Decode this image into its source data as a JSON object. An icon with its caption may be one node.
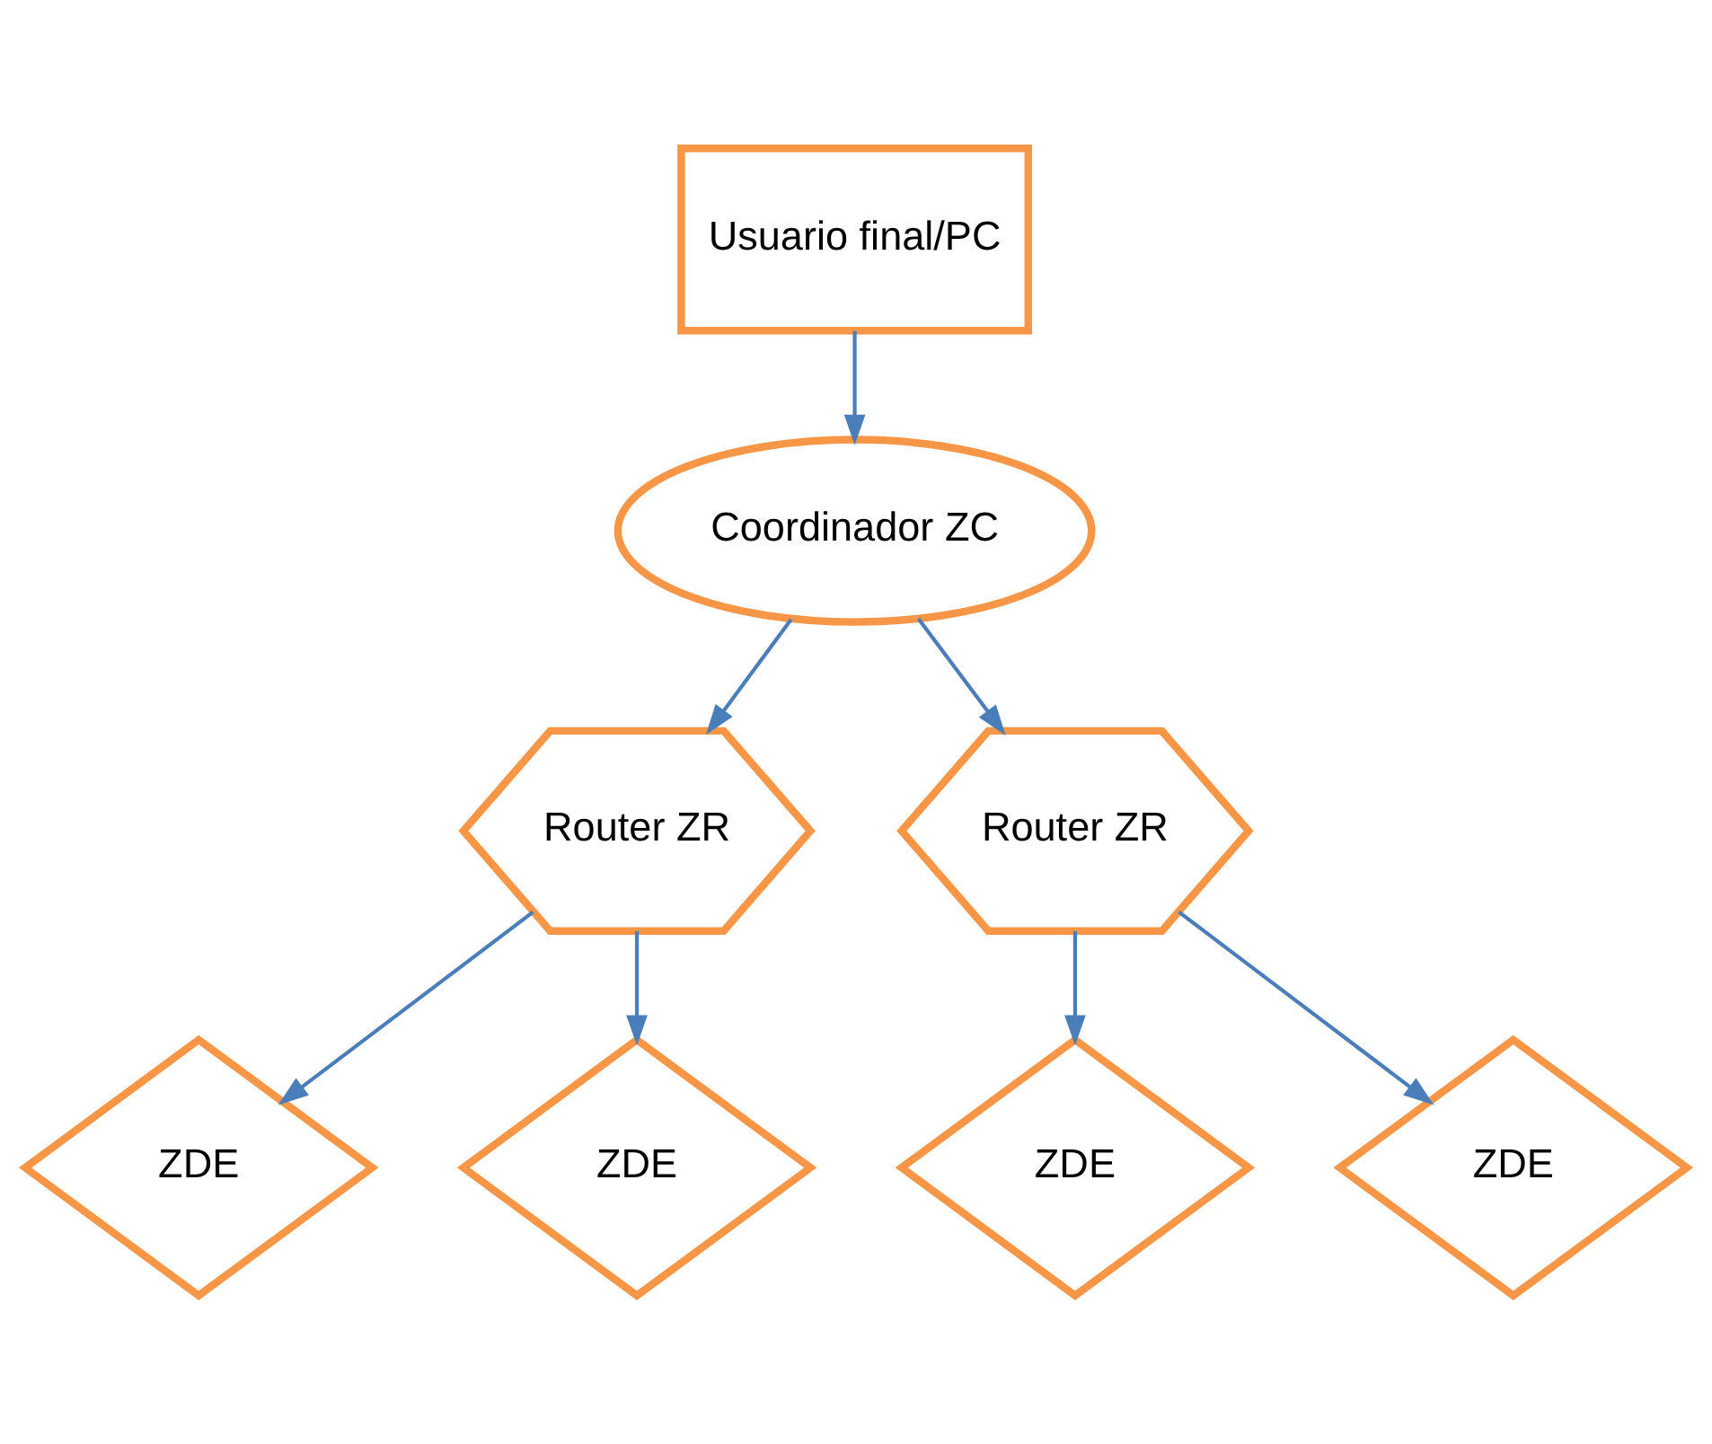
{
  "diagram": {
    "nodes": [
      {
        "text": [
          "Usuario final/PC"
        ]
      },
      {
        "text": [
          "Coordinador ZC"
        ]
      },
      {
        "text": [
          "Router ZR"
        ]
      },
      {
        "text": [
          "Router ZR"
        ]
      },
      {
        "text": [
          "ZDE"
        ]
      },
      {
        "text": [
          "ZDE"
        ]
      },
      {
        "text": [
          "ZDE"
        ]
      },
      {
        "text": [
          "ZDE"
        ]
      }
    ],
    "edges": [
      {
        "from": 0,
        "to": 1,
        "arrow": "to"
      },
      {
        "from": 1,
        "to": 2,
        "arrow": "to"
      },
      {
        "from": 1,
        "to": 3,
        "arrow": "to"
      },
      {
        "from": 2,
        "to": 4,
        "arrow": "to"
      },
      {
        "from": 2,
        "to": 5,
        "arrow": "to"
      },
      {
        "from": 3,
        "to": 6,
        "arrow": "to"
      },
      {
        "from": 3,
        "to": 7,
        "arrow": "to"
      }
    ]
  }
}
